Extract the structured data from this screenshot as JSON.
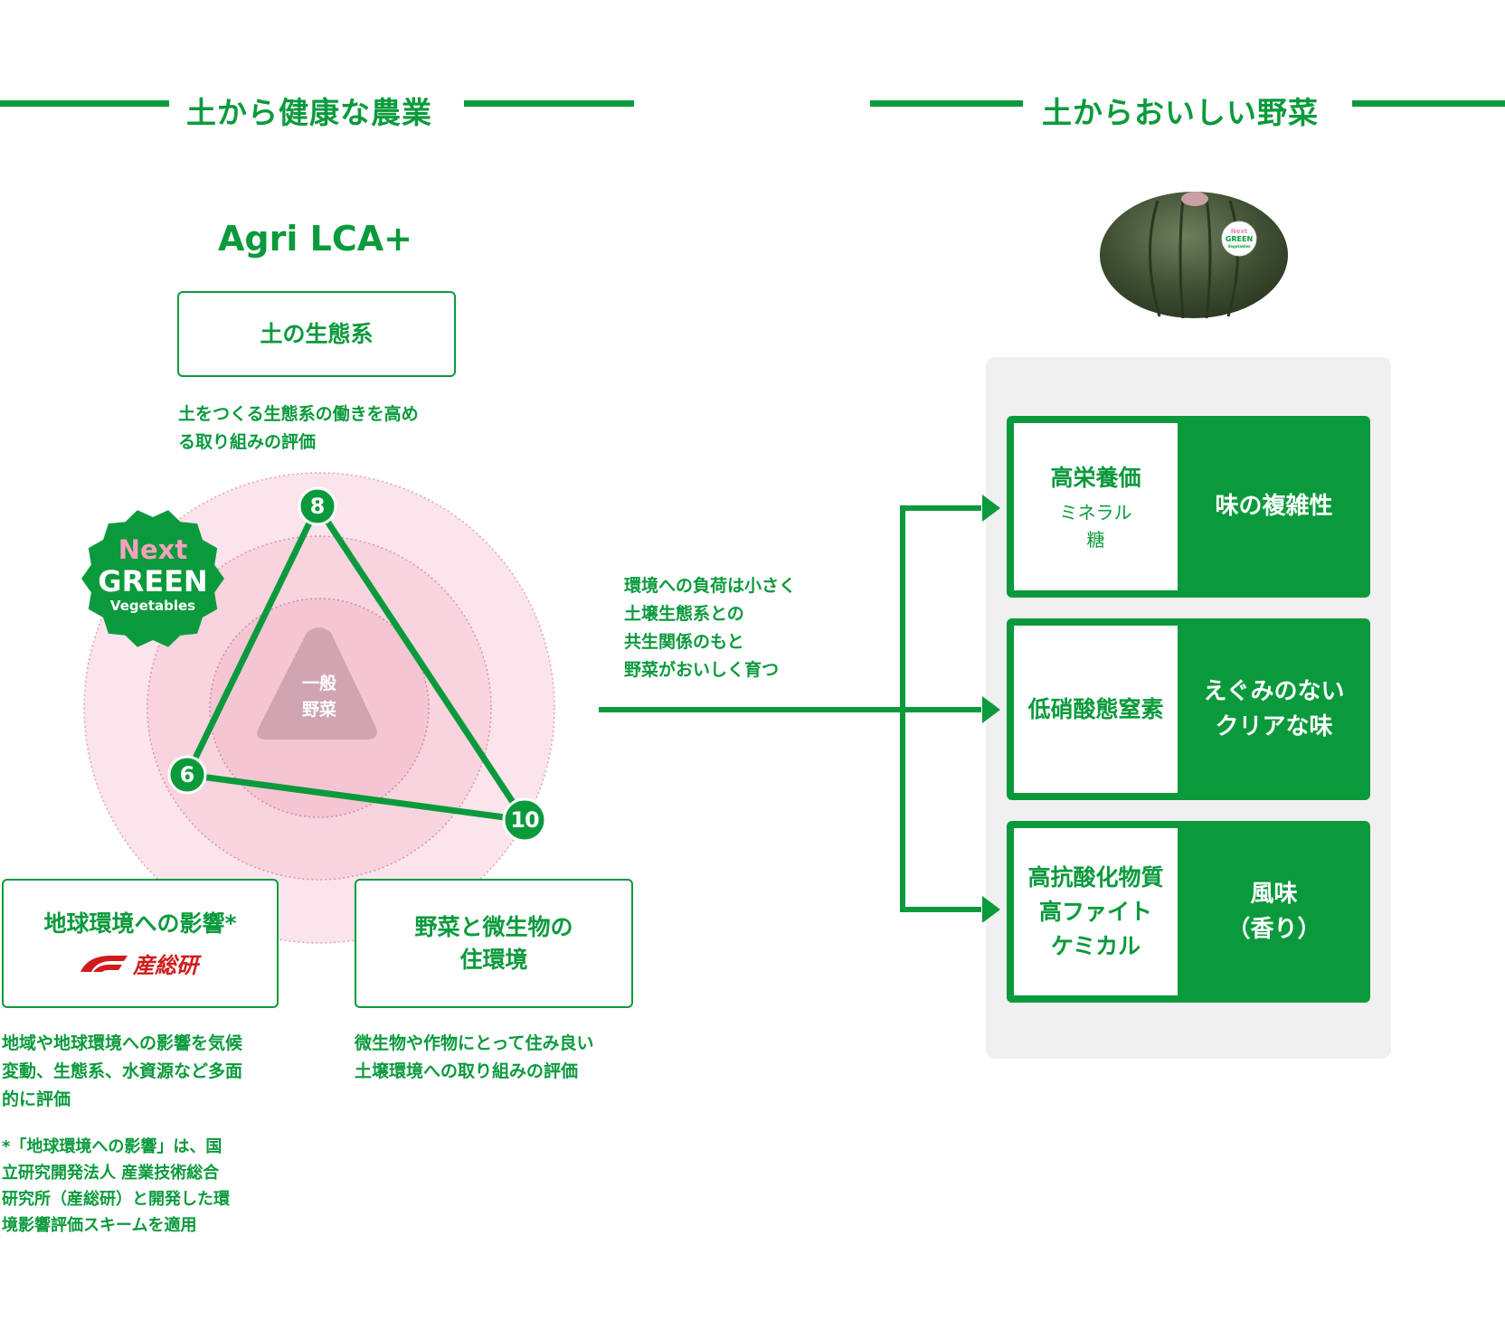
{
  "left_section": {
    "title": "土から健康な農業",
    "agri_title": "Agri LCA+",
    "soil_box": {
      "title": "土の生態系",
      "desc": "土をつくる生態系の働きを高め\nる取り組みの評価"
    },
    "earth_box": {
      "title": "地球環境への影響*",
      "logo": "産総研",
      "desc": "地域や地球環境への影響を気候\n変動、生態系、水資源など多面\n的に評価",
      "note": "*「地球環境への影響」は、国\n立研究開発法人 産業技術総合\n研究所（産総研）と開発した環\n境影響評価スキームを適用"
    },
    "microbe_box": {
      "title": "野菜と微生物の\n住環境",
      "desc": "微生物や作物にとって住み良い\n土壌環境への取り組みの評価"
    },
    "badge": {
      "line1": "Next",
      "line2": "GREEN",
      "line3": "Vegetables"
    },
    "general_label": "一般\n野菜",
    "scores": {
      "top": "8",
      "left": "6",
      "right": "10"
    }
  },
  "right_section": {
    "title": "土からおいしい野菜",
    "pumpkin_sticker": {
      "line1": "Next",
      "line2": "GREEN",
      "line3": "Vegetables"
    },
    "flow_text": "環境への負荷は小さく\n土壌生態系との\n共生関係のもと\n野菜がおいしく育つ",
    "cards": [
      {
        "left_title": "高栄養価",
        "left_sub": "ミネラル\n糖",
        "right": "味の複雑性"
      },
      {
        "left_title": "低硝酸態窒素",
        "left_sub": "",
        "right": "えぐみのない\nクリアな味"
      },
      {
        "left_title": "高抗酸化物質\n高ファイト\nケミカル",
        "left_sub": "",
        "right": "風味\n（香り）"
      }
    ]
  },
  "colors": {
    "green": "#0a9a3c",
    "pink": "#f4c6d4",
    "gray_triangle": "#d0a5b1",
    "panel": "#f0f0f0",
    "aist_red": "#d11b1b"
  }
}
